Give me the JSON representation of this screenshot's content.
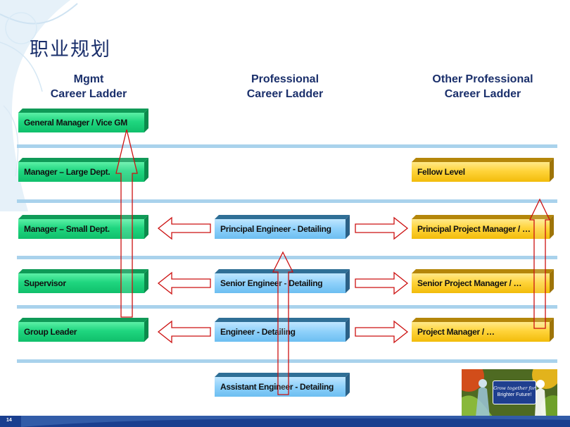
{
  "title": "职业规划",
  "columns": {
    "mgmt": [
      "Mgmt",
      "Career Ladder"
    ],
    "professional": [
      "Professional",
      "Career Ladder"
    ],
    "other": [
      "Other Professional",
      "Career Ladder"
    ]
  },
  "mgmt_boxes": [
    "General Manager / Vice GM",
    "Manager – Large Dept.",
    "Manager – Small Dept.",
    "Supervisor",
    "Group Leader"
  ],
  "professional_boxes": [
    "Principal Engineer - Detailing",
    "Senior Engineer - Detailing",
    "Engineer - Detailing",
    "Assistant Engineer - Detailing"
  ],
  "other_boxes": [
    "Fellow Level",
    "Principal Project Manager / …",
    "Senior Project Manager / …",
    "Project Manager / …"
  ],
  "photo": {
    "line1": "Grow together for",
    "line2": "Brighter Future!"
  },
  "page_number": "14",
  "colors": {
    "title": "#1a2f6b",
    "green_box": "#1fd67f",
    "blue_box": "#8dd0fa",
    "yellow_box": "#ffd43b",
    "separator": "#a9d2ec",
    "arrow_outline": "#cc1111",
    "bottom_bar": "#1a3f8f"
  }
}
